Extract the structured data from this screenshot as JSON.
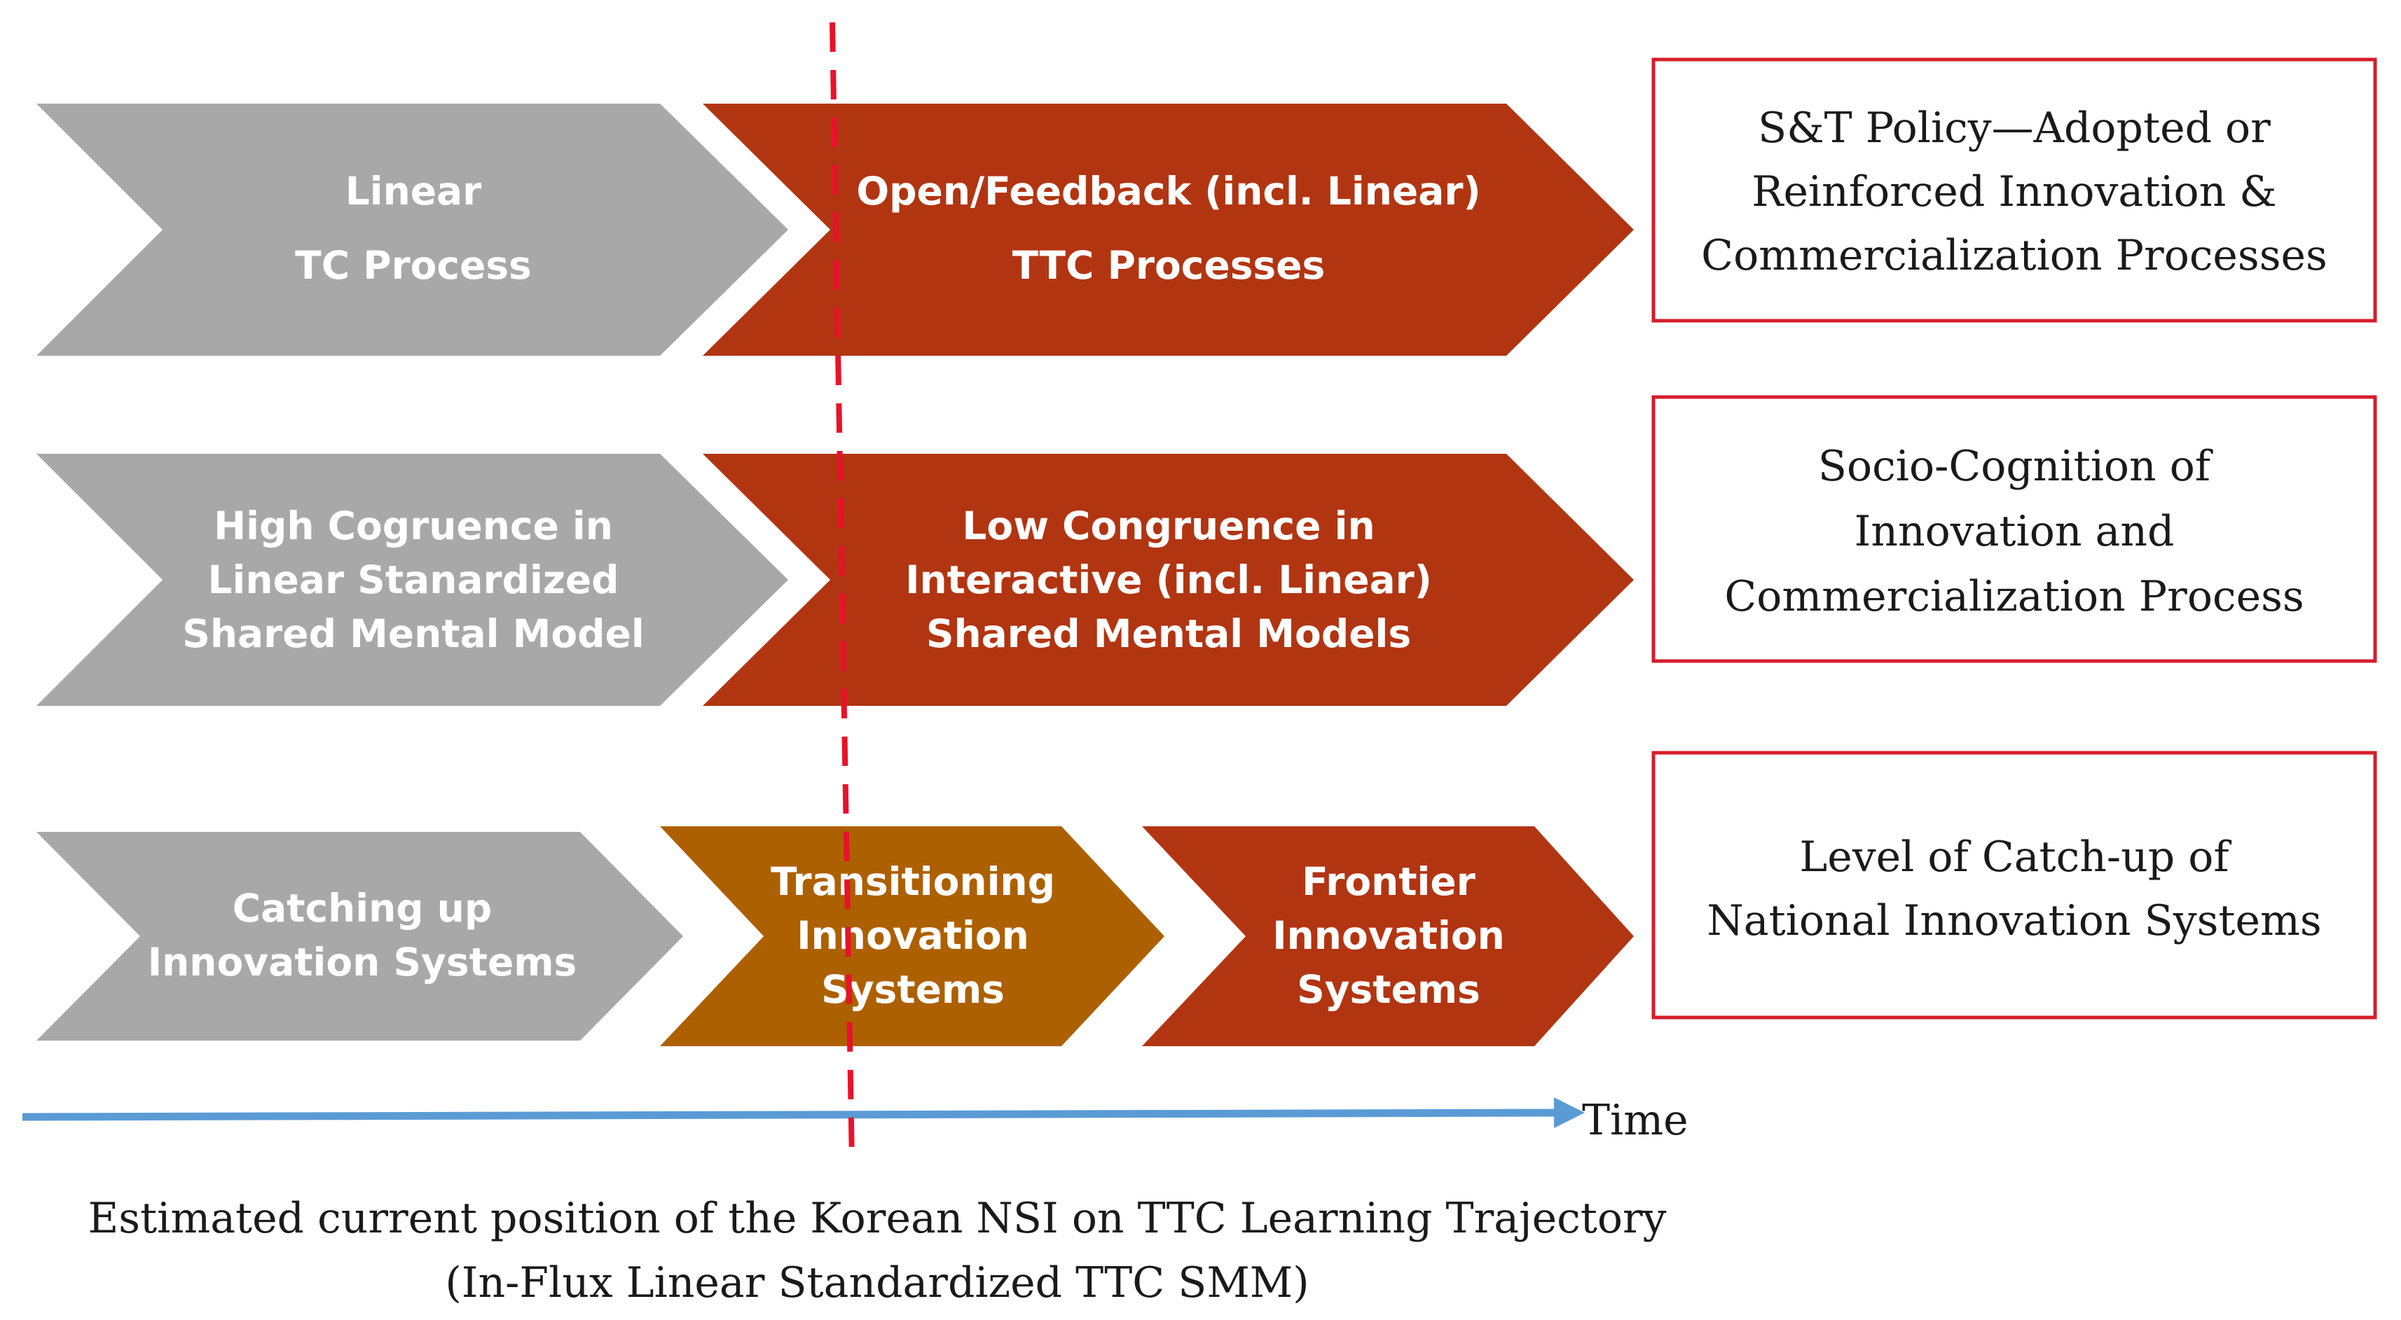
{
  "colors": {
    "gray": "#a8a8a8",
    "red": "#b23512",
    "orange": "#ad6000",
    "box_border": "#d41f2b",
    "dashed_line": "#e8122a",
    "time_arrow": "#5b9bd5",
    "chevron_text": "#ffffff"
  },
  "rows": [
    {
      "chevrons": [
        {
          "id": "linear-tc",
          "color": "gray",
          "lines": [
            "Linear",
            "TC Process"
          ]
        },
        {
          "id": "open-feedback-ttc",
          "color": "red",
          "lines": [
            "Open/Feedback (incl. Linear)",
            "TTC Processes"
          ]
        }
      ],
      "box": {
        "id": "st-policy",
        "lines": [
          "S&T Policy—Adopted or",
          "Reinforced Innovation &",
          "Commercialization Processes"
        ]
      }
    },
    {
      "chevrons": [
        {
          "id": "high-congruence",
          "color": "gray",
          "lines": [
            "High Cogruence in",
            "Linear Stanardized",
            "Shared Mental Model"
          ]
        },
        {
          "id": "low-congruence",
          "color": "red",
          "lines": [
            "Low Congruence in",
            "Interactive (incl. Linear)",
            "Shared Mental Models"
          ]
        }
      ],
      "box": {
        "id": "socio-cognition",
        "lines": [
          "Socio-Cognition of",
          "Innovation and",
          "Commercialization Process"
        ]
      }
    },
    {
      "chevrons": [
        {
          "id": "catching-up",
          "color": "gray",
          "lines": [
            "Catching up",
            "Innovation Systems"
          ]
        },
        {
          "id": "transitioning",
          "color": "orange",
          "lines": [
            "Transitioning",
            "Innovation",
            "Systems"
          ]
        },
        {
          "id": "frontier",
          "color": "red",
          "lines": [
            "Frontier",
            "Innovation",
            "Systems"
          ]
        }
      ],
      "box": {
        "id": "catch-up-level",
        "lines": [
          "Level of Catch-up of",
          "National Innovation Systems"
        ]
      }
    }
  ],
  "time_label": "Time",
  "caption": [
    "Estimated current position of the Korean NSI on TTC Learning Trajectory",
    "(In-Flux Linear Standardized TTC SMM)"
  ]
}
